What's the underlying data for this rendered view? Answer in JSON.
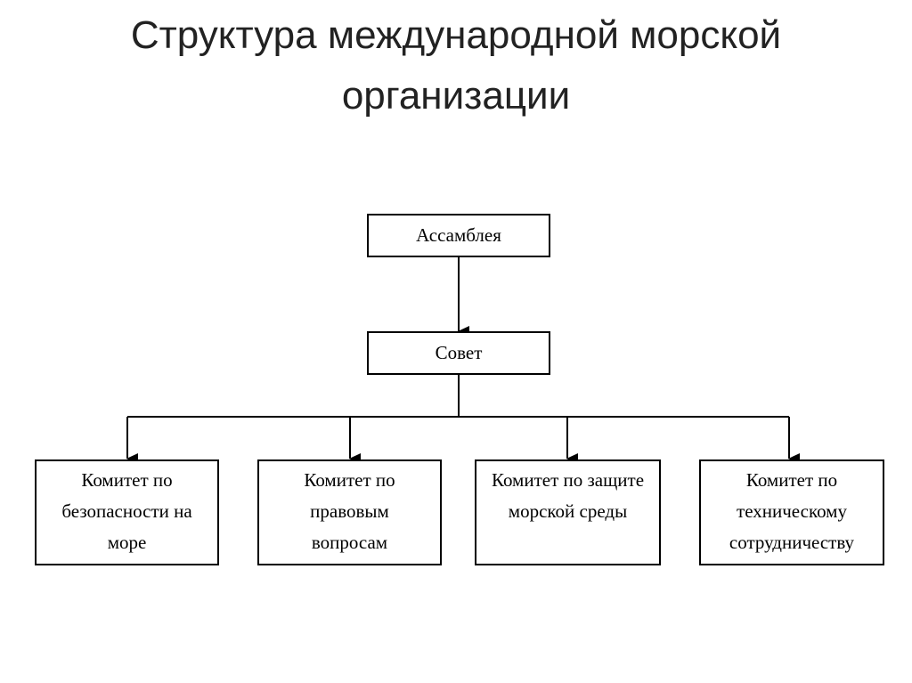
{
  "title": "Структура международной морской организации",
  "diagram": {
    "nodes": [
      {
        "id": "assembly",
        "label": "Ассамблея"
      },
      {
        "id": "council",
        "label": "Совет"
      },
      {
        "id": "safety",
        "label": "Комитет по\nбезопасности на\nморе"
      },
      {
        "id": "legal",
        "label": "Комитет по\nправовым\nвопросам"
      },
      {
        "id": "environment",
        "label": "Комитет по защите\nморской среды"
      },
      {
        "id": "technical",
        "label": "Комитет по\nтехническому\nсотрудничеству"
      }
    ],
    "edges": [
      {
        "from": "assembly",
        "to": "council"
      },
      {
        "from": "council",
        "to": "safety"
      },
      {
        "from": "council",
        "to": "legal"
      },
      {
        "from": "council",
        "to": "environment"
      },
      {
        "from": "council",
        "to": "technical"
      }
    ]
  }
}
